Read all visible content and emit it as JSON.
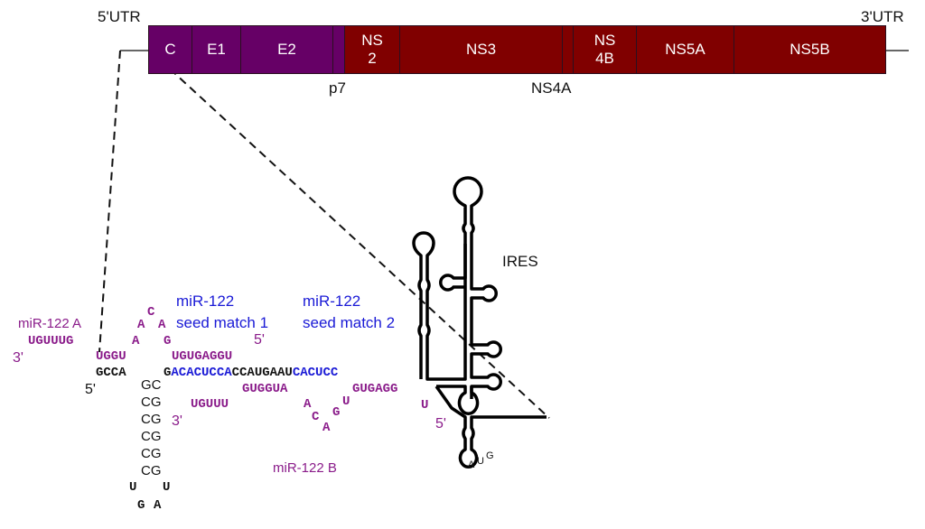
{
  "genome": {
    "utr5_label": "5'UTR",
    "utr3_label": "3'UTR",
    "colors": {
      "structural": "#660066",
      "nonstructural": "#800000",
      "label": "#ffffff"
    },
    "segments": [
      {
        "id": "C",
        "label": "C",
        "group": "structural"
      },
      {
        "id": "E1",
        "label": "E1",
        "group": "structural"
      },
      {
        "id": "E2",
        "label": "E2",
        "group": "structural"
      },
      {
        "id": "p7",
        "label": "",
        "group": "structural"
      },
      {
        "id": "NS2",
        "label": "NS\n2",
        "group": "nonstructural"
      },
      {
        "id": "NS3",
        "label": "NS3",
        "group": "nonstructural"
      },
      {
        "id": "NS4A",
        "label": "",
        "group": "nonstructural"
      },
      {
        "id": "NS4B",
        "label": "NS\n4B",
        "group": "nonstructural"
      },
      {
        "id": "NS5A",
        "label": "NS5A",
        "group": "nonstructural"
      },
      {
        "id": "NS5B",
        "label": "NS5B",
        "group": "nonstructural"
      }
    ],
    "below_labels": {
      "p7": "p7",
      "ns4a": "NS4A"
    }
  },
  "utr_detail": {
    "ires_label": "IRES",
    "seed1": {
      "line1": "miR-122",
      "line2": "seed match 1"
    },
    "seed2": {
      "line1": "miR-122",
      "line2": "seed match 2"
    },
    "mir_a": {
      "label": "miR-122 A",
      "strand_3prime": "UGUUUG",
      "bulge_a1": "A",
      "bulge_a2": "A",
      "bulge_c": "C",
      "bulge_g": "G",
      "pair_left": "UGGU",
      "pair_right": "UGUGAGGU",
      "end3": "3'",
      "end5": "5'"
    },
    "hcv": {
      "start": "GCCA",
      "g": "G",
      "seed1_seq": "ACACUCCA",
      "linker": "CCAUGAAU",
      "seed2_seq": "CACUCC",
      "end5": "5'",
      "stem_pairs": [
        "GC",
        "CG",
        "CG",
        "CG",
        "CG",
        "CG"
      ],
      "loop_u1": "U",
      "loop_u2": "U",
      "loop_g": "G",
      "loop_a": "A"
    },
    "mir_b": {
      "label": "miR-122 B",
      "tail": "UGUUU",
      "pair1": "GUGGUA",
      "bulge_a1": "A",
      "bulge_c": "C",
      "bulge_a2": "A",
      "bulge_g": "G",
      "bulge_u": "U",
      "pair2": "GUGAGG",
      "end_u": "U",
      "end3": "3'",
      "end5": "5'"
    },
    "aug": {
      "a": "A",
      "u": "U",
      "g": "G"
    }
  },
  "colors": {
    "mirna": "#8a1b8a",
    "seed": "#1a1ad6",
    "hcv_seq": "#111111"
  }
}
